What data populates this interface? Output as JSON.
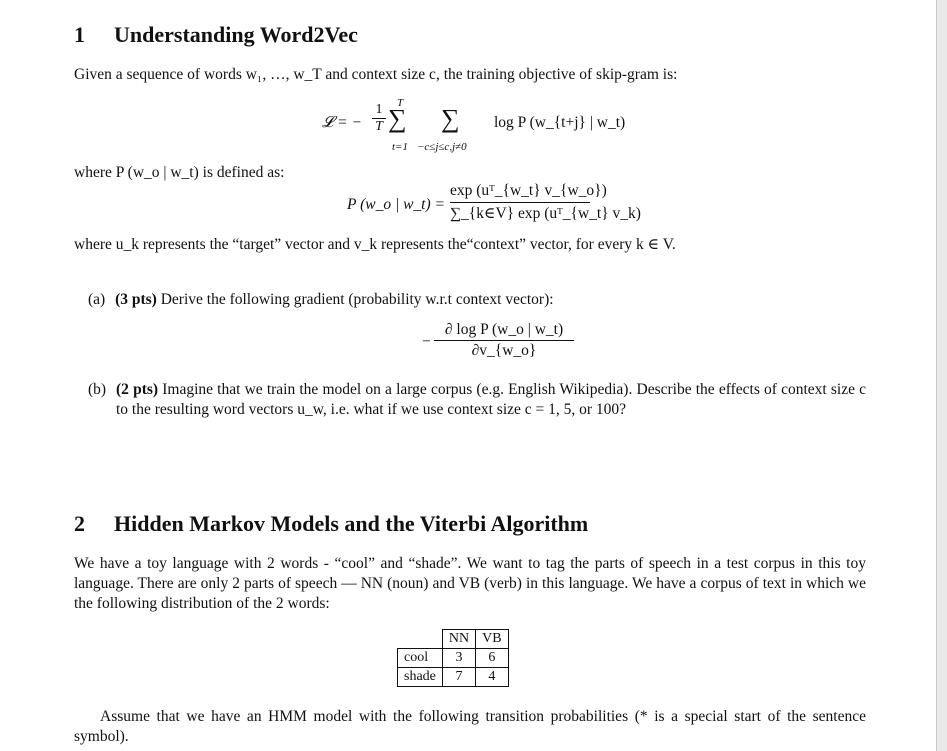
{
  "section1": {
    "number": "1",
    "title": "Understanding Word2Vec",
    "intro": "Given a sequence of words w₁, …, w_T and context size c, the training objective of skip-gram is:",
    "objective": {
      "lhs": "𝓛 = −",
      "frac_num": "1",
      "frac_den": "T",
      "sum1_top": "T",
      "sum1_bottom": "t=1",
      "sum2_bottom": "−c≤j≤c,j≠0",
      "term": "log P (w_{t+j} | w_t)"
    },
    "where_text": "where P (w_o | w_t) is defined as:",
    "softmax": {
      "lhs": "P (w_o | w_t) =",
      "numerator": "exp (uᵀ_{w_t} v_{w_o})",
      "denominator": "∑_{k∈V} exp (uᵀ_{w_t} v_k)"
    },
    "vectors_text": "where u_k represents the “target” vector and v_k represents the“context” vector, for every k ∈ V.",
    "part_a": {
      "label": "(a)",
      "points": "(3 pts)",
      "text": "Derive the following gradient (probability w.r.t context vector):",
      "gradient_num": "∂ log P (w_o | w_t)",
      "gradient_den": "∂v_{w_o}"
    },
    "part_b": {
      "label": "(b)",
      "points": "(2 pts)",
      "text": "Imagine that we train the model on a large corpus (e.g. English Wikipedia). Describe the effects of context size c to the resulting word vectors u_w, i.e. what if we use context size c = 1, 5, or 100?"
    }
  },
  "section2": {
    "number": "2",
    "title": "Hidden Markov Models and the Viterbi Algorithm",
    "para1": "We have a toy language with 2 words - “cool” and “shade”. We want to tag the parts of speech in a test corpus in this toy language. There are only 2 parts of speech — NN (noun) and VB (verb) in this language. We have a corpus of text in which we the following distribution of the 2 words:",
    "table": {
      "columns": [
        "NN",
        "VB"
      ],
      "rows": [
        {
          "word": "cool",
          "nn": "3",
          "vb": "6"
        },
        {
          "word": "shade",
          "nn": "7",
          "vb": "4"
        }
      ]
    },
    "para2": "Assume that we have an HMM model with the following transition probabilities (* is a special start of the sentence symbol)."
  }
}
